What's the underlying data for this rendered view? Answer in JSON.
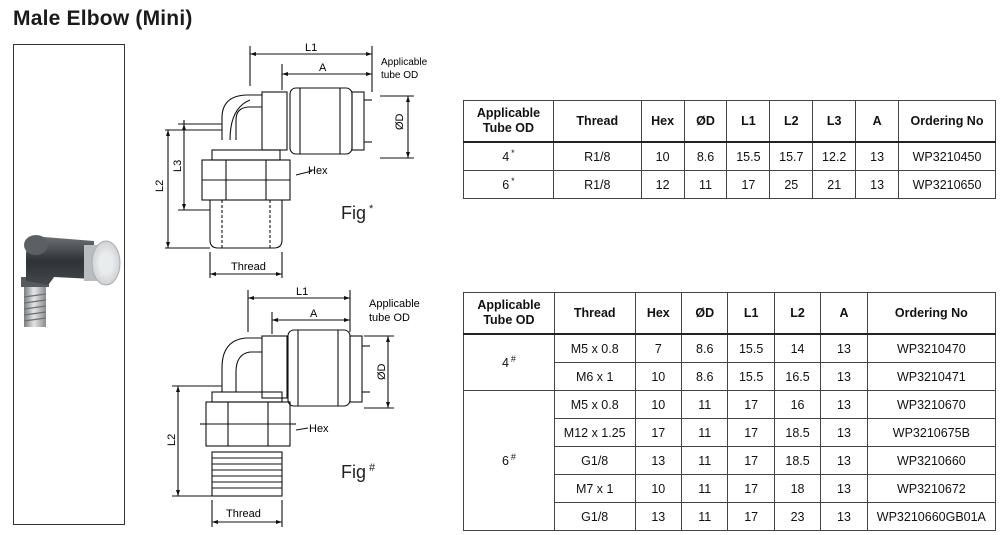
{
  "title": "Male Elbow (Mini)",
  "fig1": {
    "label": "Fig",
    "mark": "*",
    "dims": {
      "l1": "L1",
      "a": "A",
      "od_label_1": "Applicable",
      "od_label_2": "tube OD",
      "od": "ØD",
      "l2": "L2",
      "l3": "L3",
      "hex": "Hex",
      "thread": "Thread"
    }
  },
  "fig2": {
    "label": "Fig",
    "mark": "#",
    "dims": {
      "l1": "L1",
      "a": "A",
      "od_label_1": "Applicable",
      "od_label_2": "tube OD",
      "od": "ØD",
      "l2": "L2",
      "hex": "Hex",
      "thread": "Thread"
    }
  },
  "table1": {
    "headers": [
      "Applicable Tube OD",
      "Thread",
      "Hex",
      "ØD",
      "L1",
      "L2",
      "L3",
      "A",
      "Ordering No"
    ],
    "rows": [
      {
        "od": "4",
        "mark": "*",
        "thread": "R1/8",
        "hex": "10",
        "d": "8.6",
        "l1": "15.5",
        "l2": "15.7",
        "l3": "12.2",
        "a": "13",
        "no": "WP3210450"
      },
      {
        "od": "6",
        "mark": "*",
        "thread": "R1/8",
        "hex": "12",
        "d": "11",
        "l1": "17",
        "l2": "25",
        "l3": "21",
        "a": "13",
        "no": "WP3210650"
      }
    ]
  },
  "table2": {
    "headers": [
      "Applicable Tube OD",
      "Thread",
      "Hex",
      "ØD",
      "L1",
      "L2",
      "A",
      "Ordering No"
    ],
    "groups": [
      {
        "od": "4",
        "mark": "#",
        "rows": [
          {
            "thread": "M5 x 0.8",
            "hex": "7",
            "d": "8.6",
            "l1": "15.5",
            "l2": "14",
            "a": "13",
            "no": "WP3210470"
          },
          {
            "thread": "M6 x 1",
            "hex": "10",
            "d": "8.6",
            "l1": "15.5",
            "l2": "16.5",
            "a": "13",
            "no": "WP3210471"
          }
        ]
      },
      {
        "od": "6",
        "mark": "#",
        "rows": [
          {
            "thread": "M5 x 0.8",
            "hex": "10",
            "d": "11",
            "l1": "17",
            "l2": "16",
            "a": "13",
            "no": "WP3210670"
          },
          {
            "thread": "M12 x 1.25",
            "hex": "17",
            "d": "11",
            "l1": "17",
            "l2": "18.5",
            "a": "13",
            "no": "WP3210675B"
          },
          {
            "thread": "G1/8",
            "hex": "13",
            "d": "11",
            "l1": "17",
            "l2": "18.5",
            "a": "13",
            "no": "WP3210660"
          },
          {
            "thread": "M7 x 1",
            "hex": "10",
            "d": "11",
            "l1": "17",
            "l2": "18",
            "a": "13",
            "no": "WP3210672"
          },
          {
            "thread": "G1/8",
            "hex": "13",
            "d": "11",
            "l1": "17",
            "l2": "23",
            "a": "13",
            "no": "WP3210660GB01A"
          }
        ]
      }
    ]
  }
}
